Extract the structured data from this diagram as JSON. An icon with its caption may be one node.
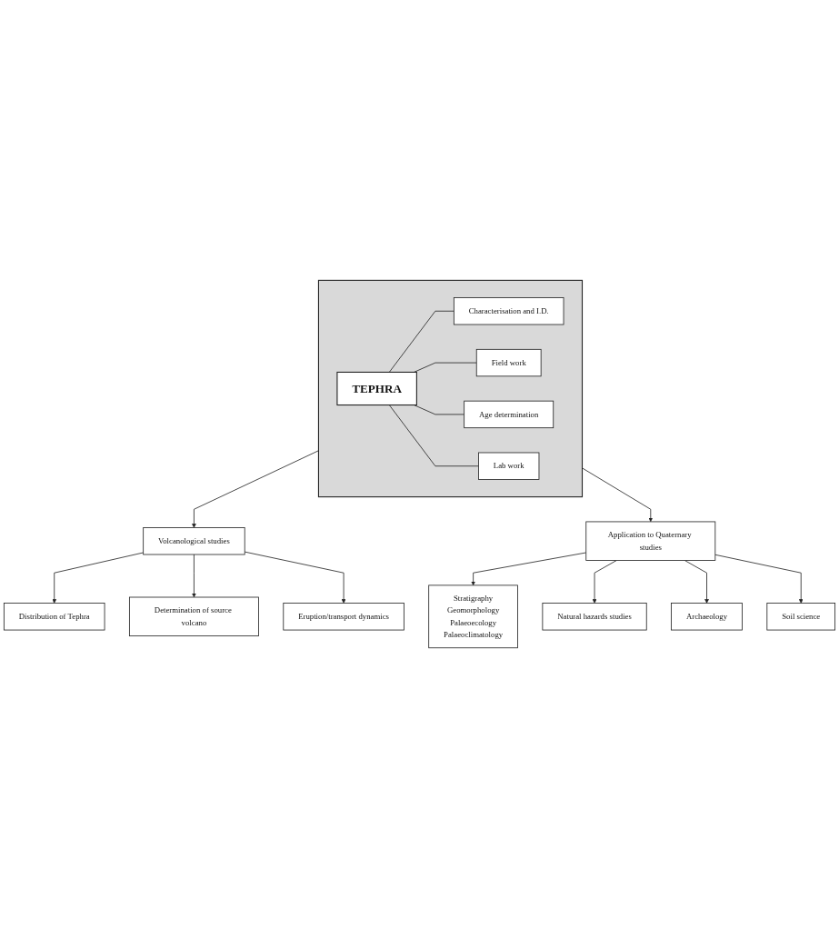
{
  "diagram": {
    "nodes": [
      {
        "text": [
          "Distribution of Tephra"
        ]
      },
      {
        "text": [
          "Determination of source volcano"
        ]
      },
      {
        "text": [
          "Eruption/transport dynamics"
        ]
      },
      {
        "text": [
          "Volcanological studies"
        ]
      },
      {
        "text": [],
        "shape": "box"
      },
      {
        "text": [
          "Characterisation and I.D."
        ],
        "in": 4
      },
      {
        "text": [
          "Field work"
        ],
        "in": 4
      },
      {
        "text": [
          "TEPHRA"
        ],
        "in": 4
      },
      {
        "text": [
          "Age determination"
        ],
        "in": 4
      },
      {
        "text": [
          "Lab work"
        ],
        "in": 4
      },
      {
        "text": [
          "Application to Quaternary studies"
        ]
      },
      {
        "text": [
          "Stratigraphy",
          "Geomorphology",
          "Palaeoecology",
          "Palaeoclimatology"
        ]
      },
      {
        "text": [
          "Soil science"
        ]
      },
      {
        "text": [
          "Natural hazards studies"
        ]
      },
      {
        "text": [
          "Archaeology"
        ]
      }
    ],
    "edges": [
      {
        "from": 3,
        "to": 0,
        "arrow": "to"
      },
      {
        "from": 3,
        "to": 1,
        "arrow": "to"
      },
      {
        "from": 3,
        "to": 2,
        "arrow": "to"
      },
      {
        "from": 4,
        "to": 3,
        "arrow": "to"
      },
      {
        "from": 7,
        "to": 5,
        "arrow": "none"
      },
      {
        "from": 7,
        "to": 6,
        "arrow": "none"
      },
      {
        "from": 7,
        "to": 8,
        "arrow": "none"
      },
      {
        "from": 7,
        "to": 9,
        "arrow": "none"
      },
      {
        "from": 4,
        "to": 10,
        "arrow": "to"
      },
      {
        "from": 10,
        "to": 11,
        "arrow": "to"
      },
      {
        "from": 10,
        "to": 13,
        "arrow": "to"
      },
      {
        "from": 10,
        "to": 14,
        "arrow": "to"
      },
      {
        "from": 10,
        "to": 12,
        "arrow": "to"
      }
    ]
  }
}
